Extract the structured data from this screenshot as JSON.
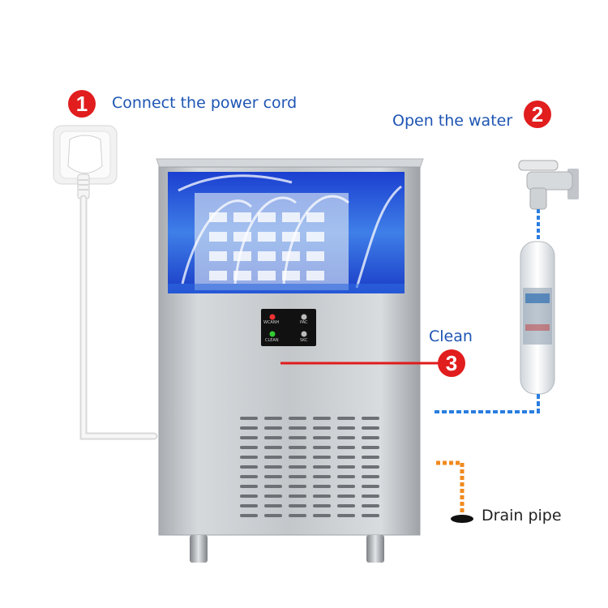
{
  "steps": [
    {
      "number": "1",
      "label": "Connect the power cord"
    },
    {
      "number": "2",
      "label": "Open the water"
    },
    {
      "number": "3",
      "label": "Clean"
    }
  ],
  "drain_label": "Drain pipe",
  "panel": {
    "btn_tl": "WCANH",
    "btn_tr": "PAC",
    "btn_bl": "CLEAN",
    "btn_br": "SKC"
  },
  "colors": {
    "badge_red": "#e11d1d",
    "label_blue": "#1e55b3",
    "water_line": "#2a7de1",
    "drain_line": "#f08a1e",
    "clean_line": "#e01b1b"
  }
}
